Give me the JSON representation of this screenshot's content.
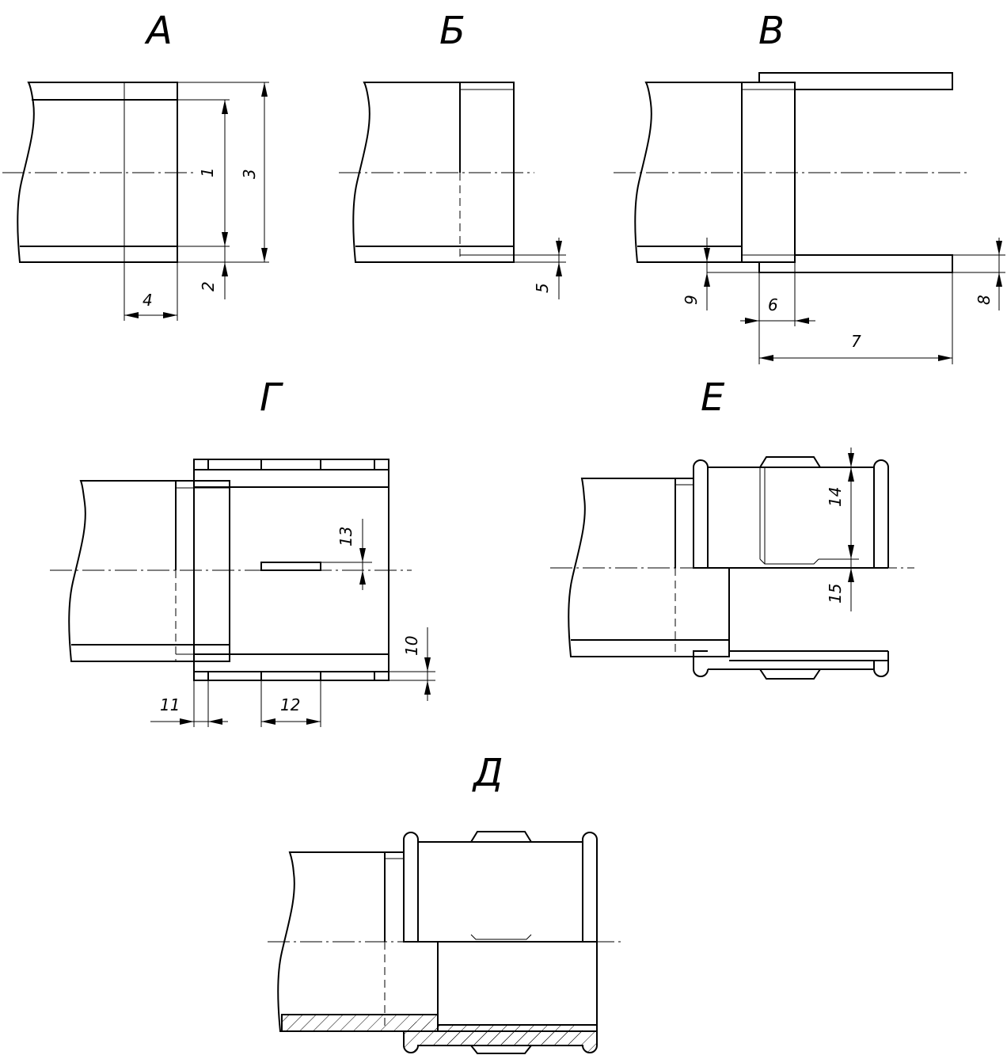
{
  "titles": {
    "a": "А",
    "b": "Б",
    "v": "В",
    "g": "Г",
    "e": "Е",
    "d": "Д"
  },
  "dims": {
    "d1": "1",
    "d2": "2",
    "d3": "3",
    "d4": "4",
    "d5": "5",
    "d6": "6",
    "d7": "7",
    "d8": "8",
    "d9": "9",
    "d10": "10",
    "d11": "11",
    "d12": "12",
    "d13": "13",
    "d14": "14",
    "d15": "15"
  }
}
